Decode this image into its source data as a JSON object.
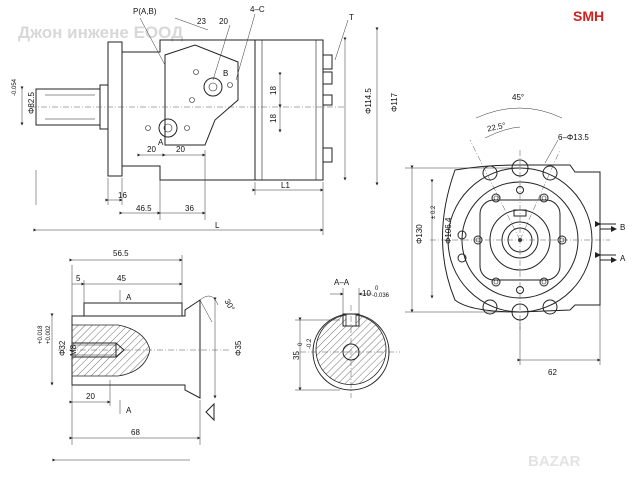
{
  "watermark": "Джон инжене ЕООД",
  "brand": "SMH",
  "footer_logo": "BAZAR",
  "top_view": {
    "phi_shaft": "Φ82.5",
    "phi_shaft_tol": "-0.054",
    "phi_114": "Φ114.5",
    "phi_117": "Φ117",
    "label_p": "P(A,B)",
    "label_23": "23",
    "label_20a": "20",
    "label_4c": "4–C",
    "label_t": "T",
    "label_b": "B",
    "label_a": "A",
    "label_18a": "18",
    "label_18b": "18",
    "label_20b": "20",
    "label_20c": "20",
    "label_l1": "L1",
    "label_16": "16",
    "label_465": "46.5",
    "label_36": "36",
    "label_l": "L"
  },
  "right_view": {
    "angle_45": "45°",
    "angle_225": "22.5°",
    "holes": "6–Φ13.5",
    "phi_130": "Φ130",
    "phi_1064": "Φ106.4",
    "phi_1064_tol": "± 0.2",
    "port_b": "B",
    "port_a": "A",
    "dim_62": "62"
  },
  "shaft_view": {
    "dim_565": "56.5",
    "dim_5": "5",
    "dim_45": "45",
    "section_a_top": "A",
    "angle_30": "30°",
    "phi_32": "Φ32",
    "phi_32_tol_up": "+0.018",
    "phi_32_tol_lo": "+0.002",
    "m8": "M8",
    "phi_35": "Φ35",
    "dim_20": "20",
    "section_a_bot": "A",
    "dim_68": "68"
  },
  "section_view": {
    "title": "A–A",
    "key_width": "10",
    "key_tol_up": "0",
    "key_tol_lo": "-0.036",
    "height": "35",
    "height_tol_up": "0",
    "height_tol_lo": "-0.2"
  }
}
